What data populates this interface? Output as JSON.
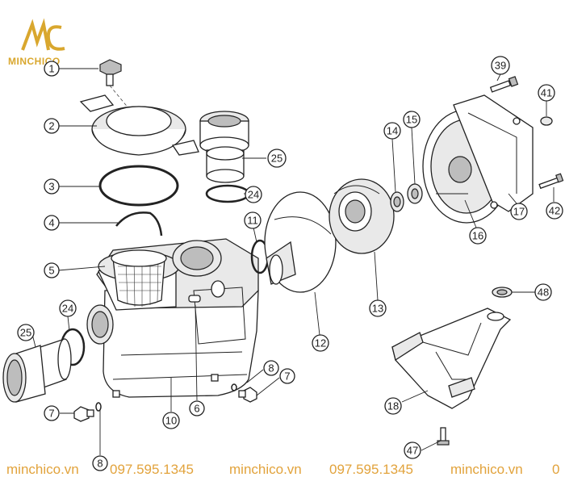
{
  "brand": {
    "name": "MINCHICO",
    "color": "#d9a72e"
  },
  "callouts": [
    "1",
    "2",
    "3",
    "4",
    "5",
    "24",
    "25",
    "7",
    "8",
    "10",
    "6",
    "11",
    "12",
    "13",
    "14",
    "15",
    "16",
    "17",
    "18",
    "39",
    "41",
    "42",
    "48",
    "47"
  ],
  "footer": {
    "items": [
      "minchico.vn",
      "097.595.1345",
      "minchico.vn",
      "097.595.1345",
      "minchico.vn",
      "0"
    ],
    "color": "#e2a33c"
  }
}
